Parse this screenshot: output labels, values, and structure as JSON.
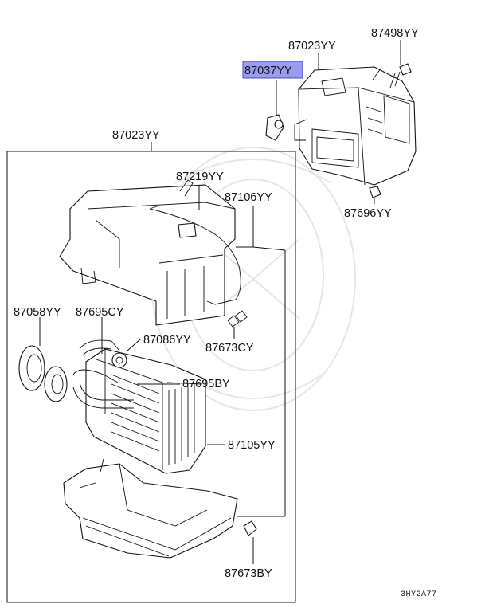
{
  "callouts": {
    "c1": "87023YY",
    "c2": "87498YY",
    "c3": "87037YY",
    "c4": "87023YY",
    "c5": "87219YY",
    "c6": "87106YY",
    "c7": "87696YY",
    "c8": "87058YY",
    "c9": "87695CY",
    "c10": "87086YY",
    "c11": "87673CY",
    "c12": "87695BY",
    "c13": "87105YY",
    "c14": "87673BY"
  },
  "highlight": {
    "callout": "87037YY",
    "color": "#9a9cf0"
  },
  "diagram_code": "3HY2A77"
}
